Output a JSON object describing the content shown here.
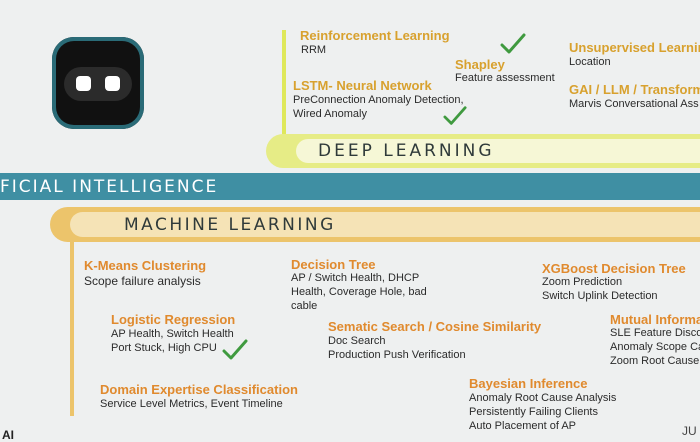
{
  "deep_learning": {
    "title": "DEEP LEARNING",
    "items": [
      {
        "name": "Reinforcement  Learning",
        "desc": "RRM"
      },
      {
        "name": "Shapley",
        "desc": "Feature assessment"
      },
      {
        "name": "Unsupervised Learning",
        "desc": "Location"
      },
      {
        "name": "LSTM- Neural Network",
        "desc1": "PreConnection Anomaly Detection,",
        "desc2": "Wired Anomaly"
      },
      {
        "name": "GAI / LLM / Transform",
        "desc": "Marvis Conversational Ass"
      }
    ]
  },
  "ai_band": {
    "title": "FICIAL INTELLIGENCE"
  },
  "machine_learning": {
    "title": "MACHINE LEARNING",
    "items": [
      {
        "name": "K-Means Clustering",
        "desc1": "Scope failure analysis"
      },
      {
        "name": "Decision Tree",
        "desc1": "AP / Switch Health, DHCP",
        "desc2": "Health, Coverage Hole, bad",
        "desc3": "cable"
      },
      {
        "name": "XGBoost Decision Tree",
        "desc1": "Zoom Prediction",
        "desc2": "Switch Uplink Detection"
      },
      {
        "name": "Logistic Regression",
        "desc1": "AP  Health,  Switch Health",
        "desc2": "Port Stuck, High CPU"
      },
      {
        "name": "Sematic Search / Cosine Similarity",
        "desc1": "Doc Search",
        "desc2": "Production Push Verification"
      },
      {
        "name": "Mutual Informa",
        "desc1": "SLE Feature Disco",
        "desc2": "Anomaly Scope Ca",
        "desc3": "Zoom Root Cause"
      },
      {
        "name": "Domain Expertise Classification",
        "desc1": "Service Level Metrics, Event Timeline"
      },
      {
        "name": "Bayesian Inference",
        "desc1": "Anomaly Root Cause Analysis",
        "desc2": "Persistently Failing Clients",
        "desc3": "Auto Placement of AP"
      }
    ]
  },
  "footer": {
    "left": "AI",
    "right": "JU"
  },
  "colors": {
    "ai_band": "#3f8fa3",
    "dl_bar": "#e6ec86",
    "ml_bar": "#ecc46b",
    "heading_orange": "#e08a2e",
    "check_green": "#3f9a3f"
  }
}
